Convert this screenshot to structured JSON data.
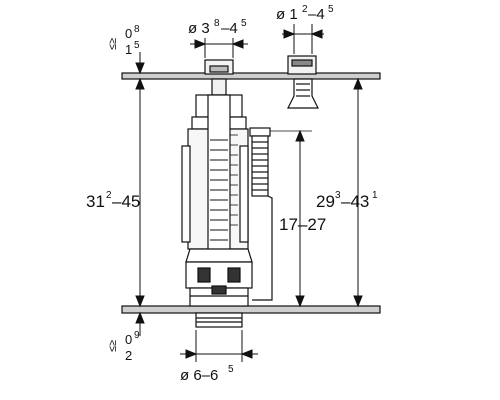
{
  "labels": {
    "top_left_gap": {
      "sym": "≤≥",
      "upper": "0",
      "upper_sup": "8",
      "lower": "1",
      "lower_sup": "5"
    },
    "top_center_dia": {
      "prefix": "ø 3",
      "sup1": "8",
      "mid": "–4",
      "sup2": "5"
    },
    "top_right_dia": {
      "prefix": "ø 1",
      "sup1": "2",
      "mid": "–4",
      "sup2": "5"
    },
    "left_height": {
      "a": "31",
      "a_sup": "2",
      "b": "–45"
    },
    "center_height": {
      "text": "17–27"
    },
    "right_height": {
      "a": "29",
      "a_sup": "3",
      "b": "–43",
      "b_sup": "1"
    },
    "bottom_left_gap": {
      "sym": "≤≥",
      "upper": "0",
      "upper_sup": "9",
      "lower": "2"
    },
    "bottom_dia": {
      "prefix": "ø 6–6",
      "sup": "5"
    }
  },
  "colors": {
    "line": "#111111",
    "plate": "#555555",
    "fill_light": "#f2f2f2",
    "fill_dark": "#444444"
  }
}
